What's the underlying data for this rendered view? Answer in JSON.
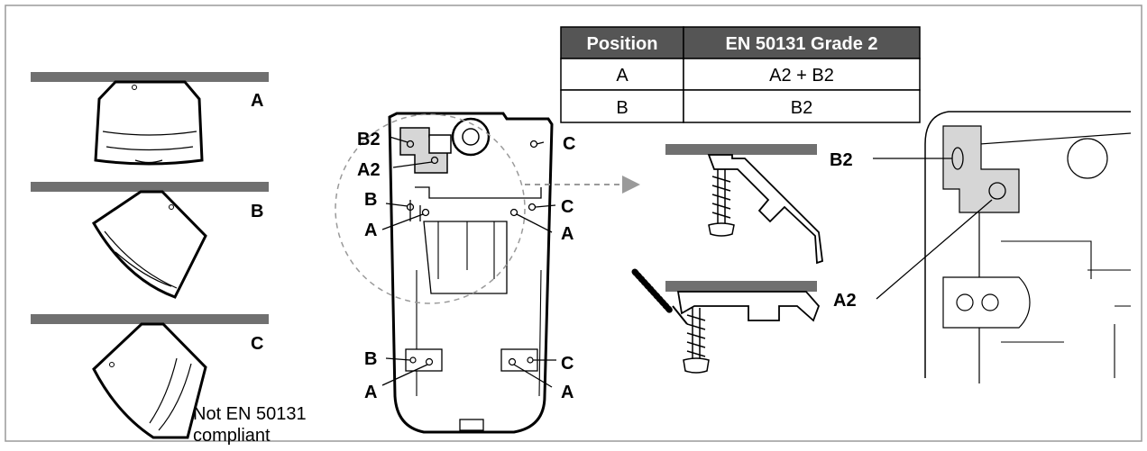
{
  "colors": {
    "bar": "#707070",
    "table_header": "#555555",
    "highlight": "#d6d6d6",
    "outline": "#000000",
    "dashed": "#9a9a9a"
  },
  "orientations": [
    {
      "label": "A"
    },
    {
      "label": "B"
    },
    {
      "label": "C"
    }
  ],
  "not_compliant_line1": "Not EN 50131",
  "not_compliant_line2": "compliant",
  "table": {
    "headers": [
      "Position",
      "EN 50131 Grade 2"
    ],
    "rows": [
      [
        "A",
        "A2 + B2"
      ],
      [
        "B",
        "B2"
      ]
    ]
  },
  "bracket_labels": {
    "b2": "B2",
    "a2": "A2",
    "b_upper": "B",
    "a_upper": "A",
    "c_top": "C",
    "c_upper": "C",
    "a_upper_right": "A",
    "b_lower": "B",
    "a_lower": "A",
    "c_lower": "C",
    "a_lower_right": "A"
  },
  "detail_labels": {
    "b2": "B2",
    "a2": "A2"
  }
}
